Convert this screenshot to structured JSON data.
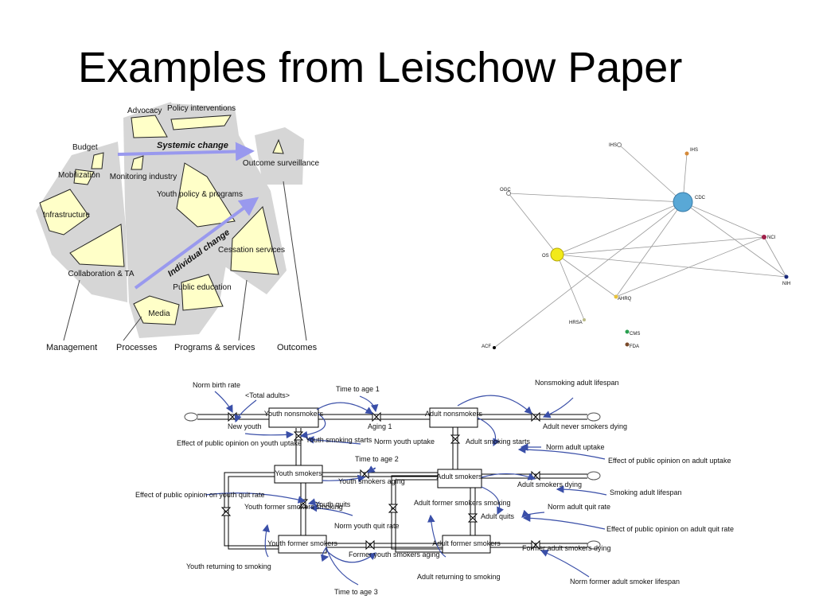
{
  "slide_title": "Examples from Leischow Paper",
  "framework": {
    "nodes": [
      "Advocacy",
      "Policy interventions",
      "Budget",
      "Mobilization",
      "Monitoring industry",
      "Infrastructure",
      "Youth policy & programs",
      "Collaboration & TA",
      "Outcome surveillance",
      "Cessation services",
      "Public education",
      "Media"
    ],
    "arrows": [
      "Systemic change",
      "Individual change"
    ],
    "categories": [
      "Management",
      "Processes",
      "Programs & services",
      "Outcomes"
    ]
  },
  "network": {
    "nodes": [
      "IHS",
      "IHS",
      "CDC",
      "OGC",
      "NCI",
      "OS",
      "NIH",
      "AHRQ",
      "HRSA",
      "CMS",
      "FDA",
      "ACF"
    ]
  },
  "stock_flow": {
    "stocks": [
      "Youth nonsmokers",
      "Adult nonsmokers",
      "Youth smokers",
      "Adult smokers",
      "Youth former smokers",
      "Adult former smokers"
    ],
    "labels": [
      "Norm birth rate",
      "<Total adults>",
      "Time to age 1",
      "Nonsmoking adult lifespan",
      "New youth",
      "Aging 1",
      "Adult never smokers dying",
      "Effect of public opinion on youth uptake",
      "Youth smoking starts",
      "Norm youth uptake",
      "Adult smoking starts",
      "Norm adult uptake",
      "Time to age 2",
      "Effect of public opinion on adult uptake",
      "Youth smokers aging",
      "Effect of public opinion on youth quit rate",
      "Adult smokers dying",
      "Smoking adult lifespan",
      "Youth quits",
      "Youth former smokers smoking",
      "Adult former smokers smoking",
      "Norm adult quit rate",
      "Adult quits",
      "Norm youth quit rate",
      "Effect of public opinion on adult quit rate",
      "Former youth smokers aging",
      "Former adult smokers dying",
      "Youth returning to smoking",
      "Adult returning to smoking",
      "Norm former adult smoker lifespan",
      "Time to age 3"
    ]
  }
}
